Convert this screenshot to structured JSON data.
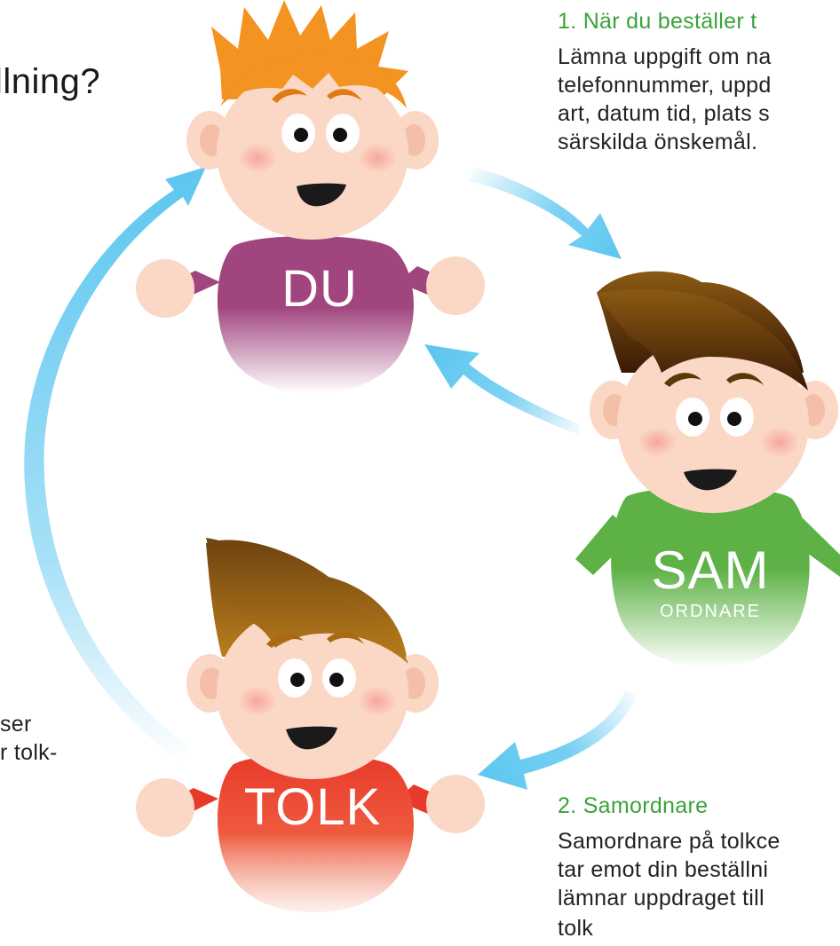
{
  "title": "llning?",
  "step1": {
    "heading": "1. När du beställer t",
    "lines": [
      "Lämna uppgift om na",
      "telefonnummer, uppd",
      "art, datum tid, plats s",
      "särskilda önskemål."
    ]
  },
  "step2": {
    "heading": "2. Samordnare",
    "lines": [
      "Samordnare på tolkce",
      "tar emot din beställni",
      "lämnar uppdraget till",
      "tolk"
    ]
  },
  "left_text": {
    "lines": [
      "ser",
      "r tolk-"
    ]
  },
  "characters": {
    "du": {
      "label": "DU",
      "shirt_color": "#a0457e"
    },
    "samordnare": {
      "label": "SAM",
      "sublabel": "ORDNARE",
      "shirt_color": "#5db145"
    },
    "tolk": {
      "label": "TOLK",
      "shirt_color": "#e83a2a"
    }
  },
  "colors": {
    "arrow": "#5ec7f0",
    "hair_orange": "#f39322",
    "hair_brown": "#8a5a12",
    "skin": "#fbd7c6",
    "cheek": "#f7a49a"
  }
}
